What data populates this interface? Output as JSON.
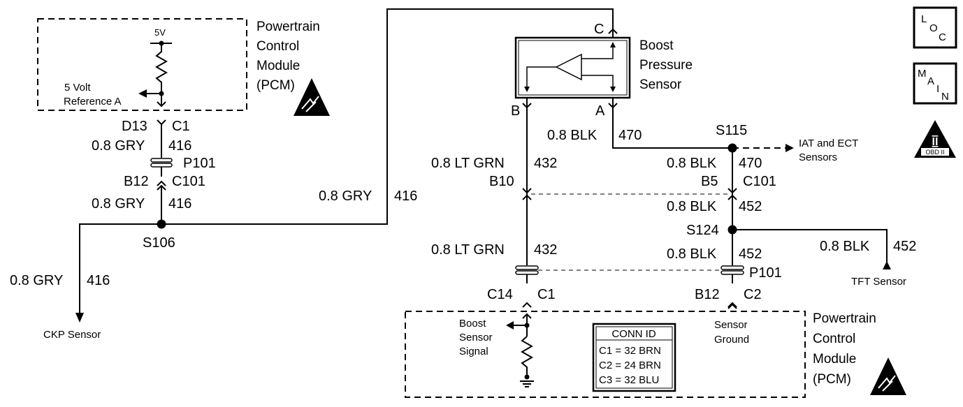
{
  "pcm_top": {
    "title": [
      "Powertrain",
      "Control",
      "Module",
      "(PCM)"
    ],
    "v5": "5V",
    "ref": [
      "5 Volt",
      "Reference A"
    ]
  },
  "left_circuit": {
    "pin": "D13",
    "conn": "C1",
    "wire1_color": "0.8 GRY",
    "wire1_num": "416",
    "p101": "P101",
    "b12": "B12",
    "c101": "C101",
    "wire2_color": "0.8 GRY",
    "wire2_num": "416",
    "splice": "S106",
    "long_wire_color": "0.8 GRY",
    "long_wire_num": "416",
    "ckp_wire_color": "0.8 GRY",
    "ckp_wire_num": "416",
    "ckp": "CKP Sensor"
  },
  "sensor": {
    "name": [
      "Boost",
      "Pressure",
      "Sensor"
    ],
    "pin_c": "C",
    "pin_b": "B",
    "pin_a": "A"
  },
  "signal_circuit": {
    "wire_color": "0.8 LT GRN",
    "wire_num": "432",
    "b10": "B10",
    "wire2_color": "0.8 LT GRN",
    "wire2_num": "432",
    "c14": "C14",
    "c1": "C1"
  },
  "ground_circuit": {
    "wire_top_color": "0.8 BLK",
    "wire_top_num": "470",
    "s115": "S115",
    "iat": [
      "IAT and ECT",
      "Sensors"
    ],
    "wire2_color": "0.8 BLK",
    "wire2_num": "470",
    "b5": "B5",
    "c101": "C101",
    "wire3_color": "0.8 BLK",
    "wire3_num": "452",
    "s124": "S124",
    "wire4_color": "0.8 BLK",
    "wire4_num": "452",
    "p101": "P101",
    "tft_color": "0.8 BLK",
    "tft_num": "452",
    "tft": "TFT Sensor",
    "b12": "B12",
    "c2": "C2"
  },
  "pcm_bottom": {
    "title": [
      "Powertrain",
      "Control",
      "Module",
      "(PCM)"
    ],
    "signal": [
      "Boost",
      "Sensor",
      "Signal"
    ],
    "ground": [
      "Sensor",
      "Ground"
    ],
    "conn_id_title": "CONN ID",
    "conn_ids": [
      "C1 = 32 BRN",
      "C2 = 24 BRN",
      "C3 = 32 BLU"
    ]
  },
  "icons": {
    "loc": [
      "L",
      "O",
      "C"
    ],
    "main": [
      "M",
      "A",
      "I",
      "N"
    ],
    "obd_mark": "II",
    "obd_text": "OBD II"
  }
}
